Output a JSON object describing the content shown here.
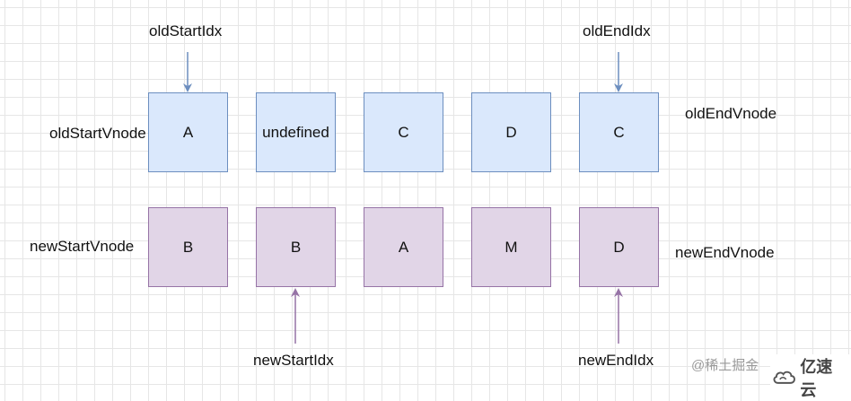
{
  "old_labels": {
    "start_idx": "oldStartIdx",
    "end_idx": "oldEndIdx",
    "start_vnode": "oldStartVnode",
    "end_vnode": "oldEndVnode"
  },
  "new_labels": {
    "start_idx": "newStartIdx",
    "end_idx": "newEndIdx",
    "start_vnode": "newStartVnode",
    "end_vnode": "newEndVnode"
  },
  "old_nodes": [
    "A",
    "undefined",
    "C",
    "D",
    "C"
  ],
  "new_nodes": [
    "B",
    "B",
    "A",
    "M",
    "D"
  ],
  "colors": {
    "old_fill": "#dae8fc",
    "old_stroke": "#6c8ebf",
    "new_fill": "#e1d5e7",
    "new_stroke": "#9673a6"
  },
  "watermark": {
    "juejin": "@稀土掘金",
    "brand": "亿速云",
    "brand_icon": "cloud-logo-icon"
  }
}
